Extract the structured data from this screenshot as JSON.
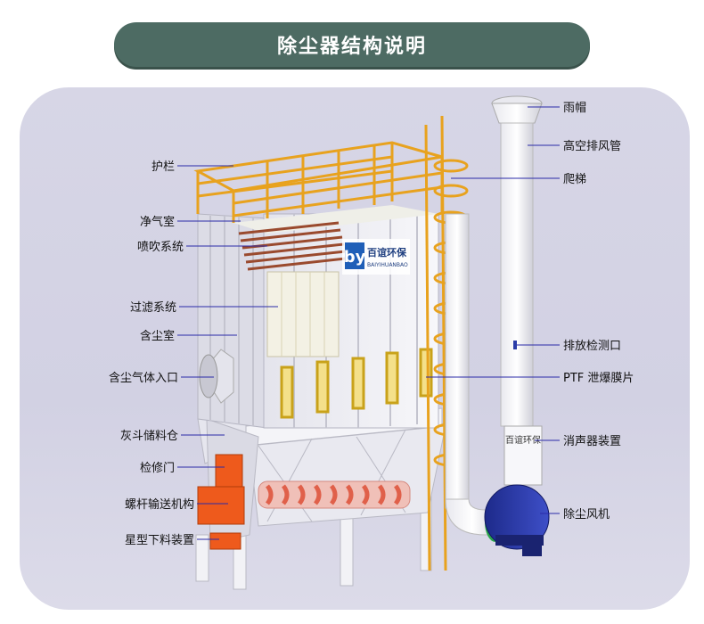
{
  "title": "除尘器结构说明",
  "brand": {
    "logo_cn": "百谊环保",
    "logo_en": "BAIYIHUANBAO",
    "silencer_text": "百谊环保"
  },
  "labels_left": [
    {
      "id": "guardrail",
      "text": "护栏"
    },
    {
      "id": "clean-air-chamber",
      "text": "净气室"
    },
    {
      "id": "pulse-jet-system",
      "text": "喷吹系统"
    },
    {
      "id": "filter-system",
      "text": "过滤系统"
    },
    {
      "id": "dust-chamber",
      "text": "含尘室"
    },
    {
      "id": "dusty-gas-inlet",
      "text": "含尘气体入口"
    },
    {
      "id": "ash-hopper",
      "text": "灰斗储料仓"
    },
    {
      "id": "access-door",
      "text": "检修门"
    },
    {
      "id": "screw-conveyor",
      "text": "螺杆输送机构"
    },
    {
      "id": "star-discharge-valve",
      "text": "星型下料装置"
    }
  ],
  "labels_right": [
    {
      "id": "rain-cap",
      "text": "雨帽"
    },
    {
      "id": "high-exhaust-pipe",
      "text": "高空排风管"
    },
    {
      "id": "ladder",
      "text": "爬梯"
    },
    {
      "id": "emission-test-port",
      "text": "排放检测口"
    },
    {
      "id": "ptf-explosion-vent",
      "text": "PTF 泄爆膜片"
    },
    {
      "id": "silencer",
      "text": "消声器装置"
    },
    {
      "id": "dust-fan",
      "text": "除尘风机"
    }
  ]
}
